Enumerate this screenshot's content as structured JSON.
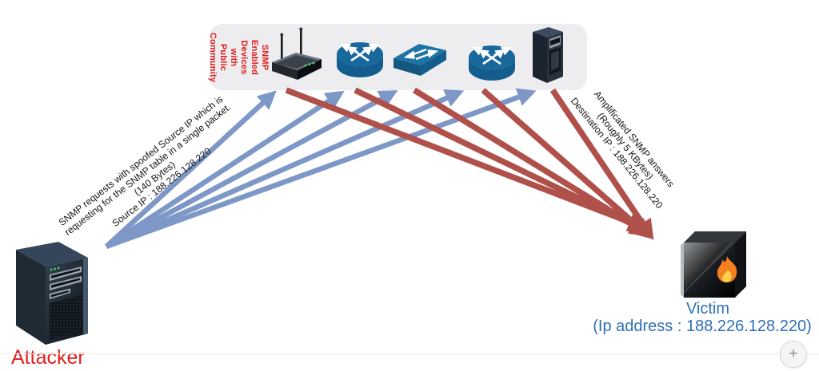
{
  "diagram": {
    "title_semantic": "SNMP amplification DDoS attack diagram",
    "devices_box": {
      "label": "SNMP\nEnabled\nDevices with\nPublic\nCommunity",
      "label_color": "#e11d1d",
      "devices": [
        "wireless-access-point",
        "router",
        "switch",
        "router",
        "server"
      ]
    },
    "request_annotation": {
      "lines": {
        "0": "SNMP requests with spoofed Source IP which is",
        "1": "requesting for the SNMP table in a single packet.",
        "2": "(140 Bytes)",
        "3": "Source IP : 188.226.128.220"
      }
    },
    "response_annotation": {
      "lines": {
        "0": "Amplificated SNMP answers",
        "1": "(Roughly 5 KBytes)",
        "2": "Destination IP : 188.226.128.220"
      }
    },
    "attacker": {
      "label": "Attacker",
      "label_color": "#e11d1d"
    },
    "victim": {
      "label": "Victim",
      "ip_label": "(Ip address : 188.226.128.220)",
      "label_color": "#2e6fb7"
    },
    "colors": {
      "request_arrow": "#7d97c7",
      "response_arrow": "#b0504b",
      "devices_box_bg": "#ededef",
      "cisco_blue": "#17689b"
    }
  },
  "controls": {
    "zoom_in_label": "+"
  }
}
